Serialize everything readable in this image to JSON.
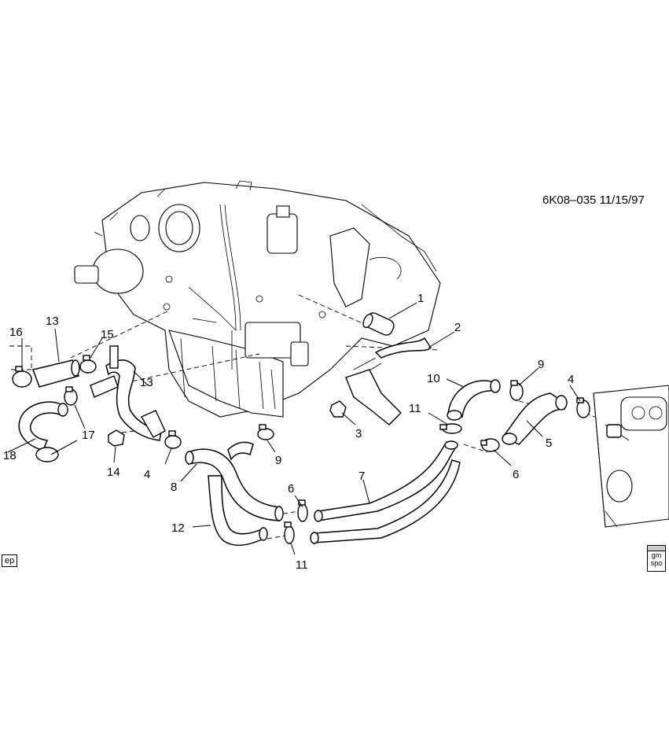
{
  "header": {
    "reference": "6K08–035  11/15/97"
  },
  "badges": {
    "left": "ep",
    "right_top": "gm",
    "right_bottom": "spo"
  },
  "callouts": [
    {
      "id": "c1",
      "label": "1"
    },
    {
      "id": "c2",
      "label": "2"
    },
    {
      "id": "c3",
      "label": "3"
    },
    {
      "id": "c4a",
      "label": "4"
    },
    {
      "id": "c4b",
      "label": "4"
    },
    {
      "id": "c5",
      "label": "5"
    },
    {
      "id": "c6a",
      "label": "6"
    },
    {
      "id": "c6b",
      "label": "6"
    },
    {
      "id": "c7",
      "label": "7"
    },
    {
      "id": "c8",
      "label": "8"
    },
    {
      "id": "c9a",
      "label": "9"
    },
    {
      "id": "c9b",
      "label": "9"
    },
    {
      "id": "c10",
      "label": "10"
    },
    {
      "id": "c11a",
      "label": "11"
    },
    {
      "id": "c11b",
      "label": "11"
    },
    {
      "id": "c12",
      "label": "12"
    },
    {
      "id": "c13a",
      "label": "13"
    },
    {
      "id": "c13b",
      "label": "13"
    },
    {
      "id": "c14",
      "label": "14"
    },
    {
      "id": "c15",
      "label": "15"
    },
    {
      "id": "c16",
      "label": "16"
    },
    {
      "id": "c17",
      "label": "17"
    },
    {
      "id": "c18",
      "label": "18"
    }
  ]
}
